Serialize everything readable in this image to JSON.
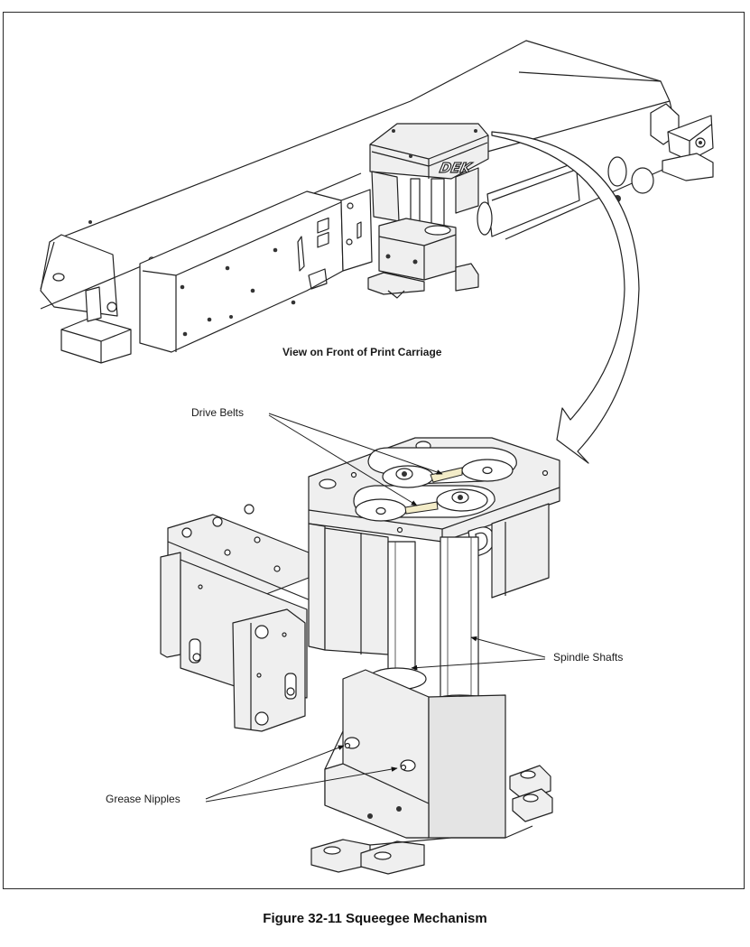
{
  "figure": {
    "caption": "Figure 32-11  Squeegee Mechanism",
    "upper_view_title": "View on Front of Print Carriage",
    "brand_mark": "DEK",
    "colors": {
      "line": "#222222",
      "panel_fill": "#efefef",
      "belt_fill": "#f3ecc8",
      "frame_border": "#2a2a2a"
    }
  },
  "callouts": [
    {
      "id": "drive-belts",
      "label": "Drive Belts",
      "targets": 2
    },
    {
      "id": "spindle-shafts",
      "label": "Spindle Shafts",
      "targets": 2
    },
    {
      "id": "grease-nipples",
      "label": "Grease Nipples",
      "targets": 2
    }
  ]
}
